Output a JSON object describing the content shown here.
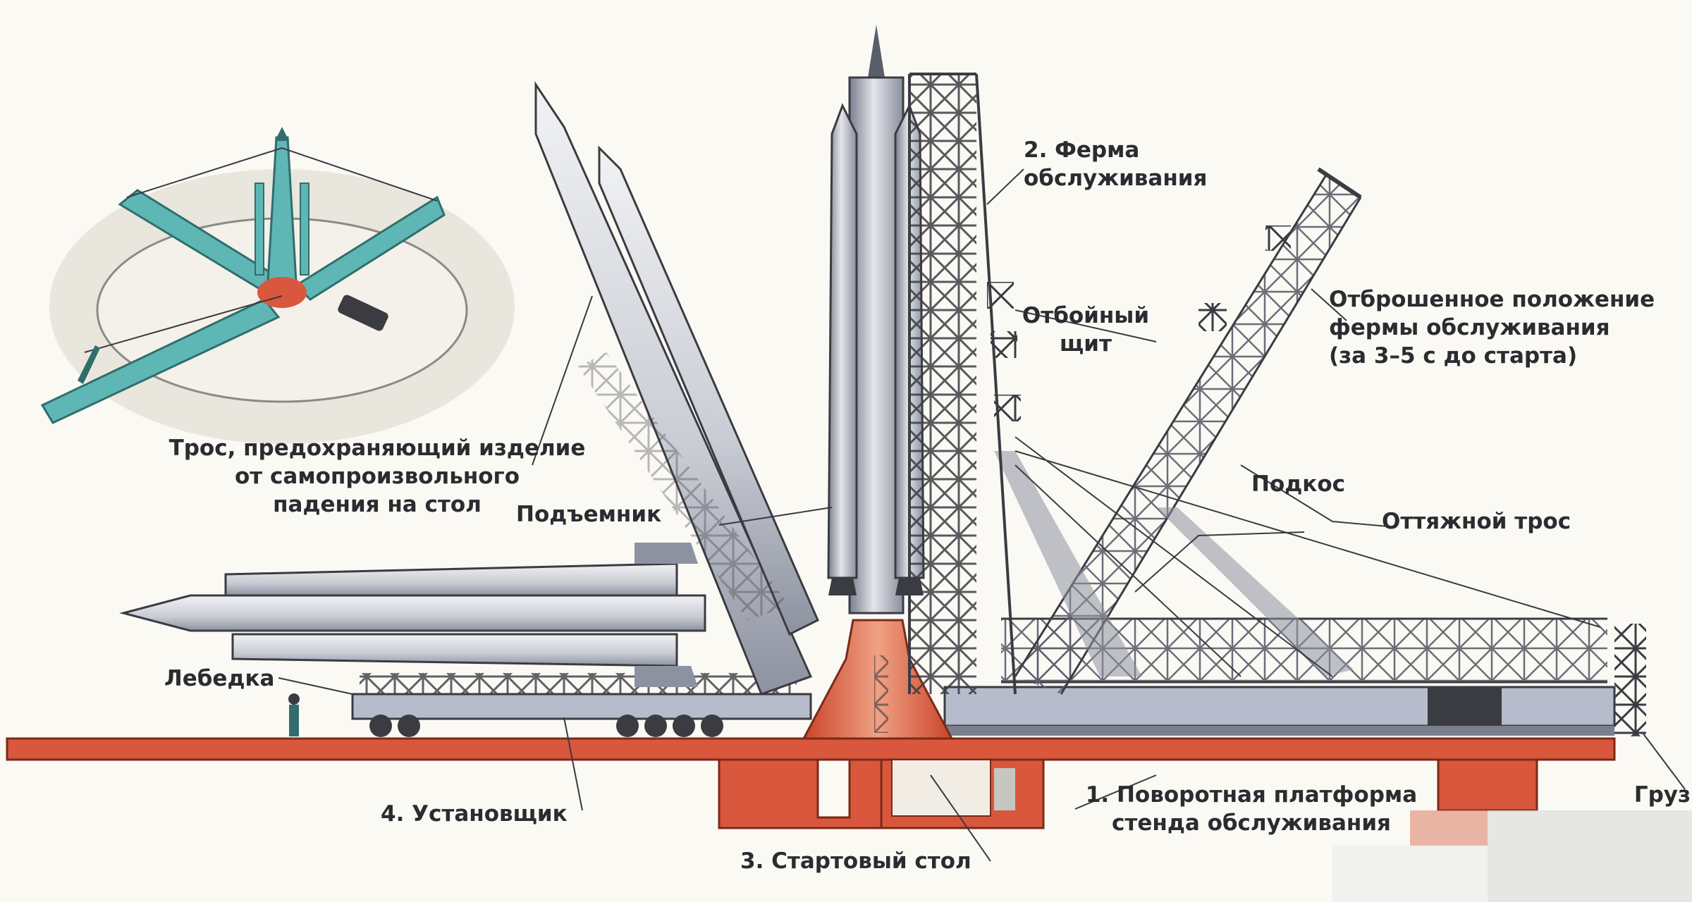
{
  "labels": {
    "service_truss": "2. Ферма\nобслуживания",
    "blast_shield": "Отбойный\nщит",
    "retracted_truss": "Отброшенное положение\nфермы обслуживания\n(за 3–5 с до старта)",
    "safety_cable": "Трос, предохраняющий изделие\nот самопроизвольного\nпадения на стол",
    "lifter": "Подъемник",
    "strut": "Подкос",
    "guy_cable": "Оттяжной трос",
    "winch": "Лебедка",
    "erector": "4. Установщик",
    "rotating_platform": "1. Поворотная платформа\nстенда обслуживания",
    "launch_table": "3. Стартовый стол",
    "counterweight": "Груз"
  },
  "colors": {
    "rocket_body": "#cdd0d8",
    "rocket_shadow": "#7a7f8e",
    "truss": "#3b3b42",
    "ground_red": "#d9573c",
    "platform": "#b6bccb",
    "inset_ground": "#e9e6dd",
    "inset_teal": "#5fb7b5"
  },
  "icons": {
    "inset": "launch-complex-overview-icon",
    "worker": "worker-figure-icon",
    "truck": "transport-truck-icon"
  }
}
